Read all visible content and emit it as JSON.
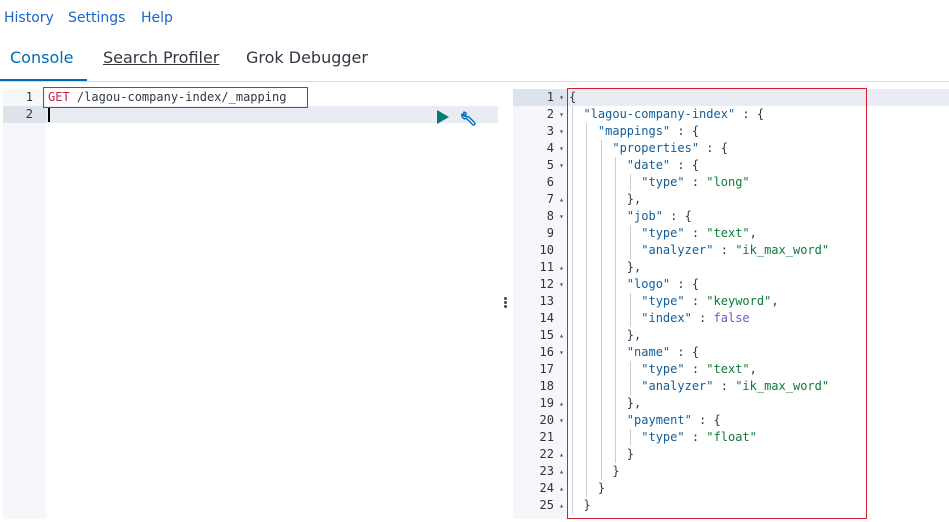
{
  "top_menu": {
    "history": "History",
    "settings": "Settings",
    "help": "Help"
  },
  "tabs": [
    {
      "label": "Console",
      "active": true
    },
    {
      "label": "Search Profiler",
      "active": false
    },
    {
      "label": "Grok Debugger",
      "active": false
    }
  ],
  "request_editor": {
    "lines": [
      {
        "no": "1",
        "method": "GET",
        "url": " /lagou-company-index/_mapping"
      },
      {
        "no": "2",
        "method": "",
        "url": ""
      }
    ],
    "run_icon": "play-icon",
    "settings_icon": "wrench-icon"
  },
  "response_editor": {
    "lines": [
      {
        "no": "1",
        "fold": "▾",
        "segs": [
          [
            "p",
            "{"
          ]
        ]
      },
      {
        "no": "2",
        "fold": "▾",
        "segs": [
          [
            "p",
            "  "
          ],
          [
            "k",
            "\"lagou-company-index\""
          ],
          [
            "p",
            " : {"
          ]
        ]
      },
      {
        "no": "3",
        "fold": "▾",
        "segs": [
          [
            "p",
            "    "
          ],
          [
            "k",
            "\"mappings\""
          ],
          [
            "p",
            " : {"
          ]
        ]
      },
      {
        "no": "4",
        "fold": "▾",
        "segs": [
          [
            "p",
            "      "
          ],
          [
            "k",
            "\"properties\""
          ],
          [
            "p",
            " : {"
          ]
        ]
      },
      {
        "no": "5",
        "fold": "▾",
        "segs": [
          [
            "p",
            "        "
          ],
          [
            "k",
            "\"date\""
          ],
          [
            "p",
            " : {"
          ]
        ]
      },
      {
        "no": "6",
        "fold": "",
        "segs": [
          [
            "p",
            "          "
          ],
          [
            "k",
            "\"type\""
          ],
          [
            "p",
            " : "
          ],
          [
            "s",
            "\"long\""
          ]
        ]
      },
      {
        "no": "7",
        "fold": "▴",
        "segs": [
          [
            "p",
            "        },"
          ]
        ]
      },
      {
        "no": "8",
        "fold": "▾",
        "segs": [
          [
            "p",
            "        "
          ],
          [
            "k",
            "\"job\""
          ],
          [
            "p",
            " : {"
          ]
        ]
      },
      {
        "no": "9",
        "fold": "",
        "segs": [
          [
            "p",
            "          "
          ],
          [
            "k",
            "\"type\""
          ],
          [
            "p",
            " : "
          ],
          [
            "s",
            "\"text\""
          ],
          [
            "p",
            ","
          ]
        ]
      },
      {
        "no": "10",
        "fold": "",
        "segs": [
          [
            "p",
            "          "
          ],
          [
            "k",
            "\"analyzer\""
          ],
          [
            "p",
            " : "
          ],
          [
            "s",
            "\"ik_max_word\""
          ]
        ]
      },
      {
        "no": "11",
        "fold": "▴",
        "segs": [
          [
            "p",
            "        },"
          ]
        ]
      },
      {
        "no": "12",
        "fold": "▾",
        "segs": [
          [
            "p",
            "        "
          ],
          [
            "k",
            "\"logo\""
          ],
          [
            "p",
            " : {"
          ]
        ]
      },
      {
        "no": "13",
        "fold": "",
        "segs": [
          [
            "p",
            "          "
          ],
          [
            "k",
            "\"type\""
          ],
          [
            "p",
            " : "
          ],
          [
            "s",
            "\"keyword\""
          ],
          [
            "p",
            ","
          ]
        ]
      },
      {
        "no": "14",
        "fold": "",
        "segs": [
          [
            "p",
            "          "
          ],
          [
            "k",
            "\"index\""
          ],
          [
            "p",
            " : "
          ],
          [
            "b",
            "false"
          ]
        ]
      },
      {
        "no": "15",
        "fold": "▴",
        "segs": [
          [
            "p",
            "        },"
          ]
        ]
      },
      {
        "no": "16",
        "fold": "▾",
        "segs": [
          [
            "p",
            "        "
          ],
          [
            "k",
            "\"name\""
          ],
          [
            "p",
            " : {"
          ]
        ]
      },
      {
        "no": "17",
        "fold": "",
        "segs": [
          [
            "p",
            "          "
          ],
          [
            "k",
            "\"type\""
          ],
          [
            "p",
            " : "
          ],
          [
            "s",
            "\"text\""
          ],
          [
            "p",
            ","
          ]
        ]
      },
      {
        "no": "18",
        "fold": "",
        "segs": [
          [
            "p",
            "          "
          ],
          [
            "k",
            "\"analyzer\""
          ],
          [
            "p",
            " : "
          ],
          [
            "s",
            "\"ik_max_word\""
          ]
        ]
      },
      {
        "no": "19",
        "fold": "▴",
        "segs": [
          [
            "p",
            "        },"
          ]
        ]
      },
      {
        "no": "20",
        "fold": "▾",
        "segs": [
          [
            "p",
            "        "
          ],
          [
            "k",
            "\"payment\""
          ],
          [
            "p",
            " : {"
          ]
        ]
      },
      {
        "no": "21",
        "fold": "",
        "segs": [
          [
            "p",
            "          "
          ],
          [
            "k",
            "\"type\""
          ],
          [
            "p",
            " : "
          ],
          [
            "s",
            "\"float\""
          ]
        ]
      },
      {
        "no": "22",
        "fold": "▴",
        "segs": [
          [
            "p",
            "        }"
          ]
        ]
      },
      {
        "no": "23",
        "fold": "▴",
        "segs": [
          [
            "p",
            "      }"
          ]
        ]
      },
      {
        "no": "24",
        "fold": "▴",
        "segs": [
          [
            "p",
            "    }"
          ]
        ]
      },
      {
        "no": "25",
        "fold": "▴",
        "segs": [
          [
            "p",
            "  }"
          ]
        ]
      }
    ]
  },
  "colors": {
    "accent": "#006bb8",
    "link": "#1a66c8",
    "highlight_box": "#d6202f",
    "run_button": "#017d73"
  }
}
